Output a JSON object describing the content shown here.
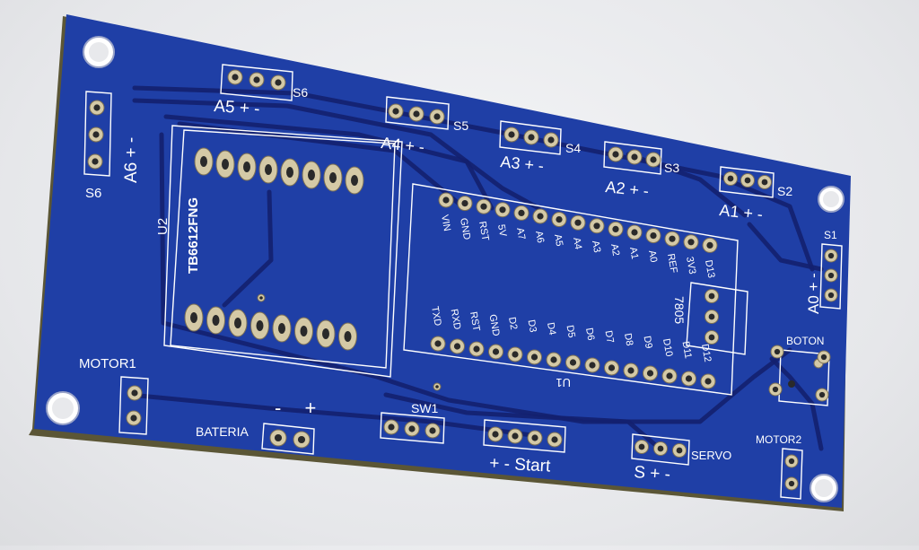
{
  "labels": {
    "s6_top": "S6",
    "a5": "A5 + -",
    "s6_left": "S6",
    "a6": "A6 + -",
    "s5": "S5",
    "a4": "A4 + -",
    "s4": "S4",
    "a3": "A3 + -",
    "s3": "S3",
    "a2": "A2 + -",
    "s2": "S2",
    "a1": "A1 + -",
    "s1": "S1",
    "a0": "A0 + -",
    "u2": "U2",
    "driver": "TB6612FNG",
    "u1": "U1",
    "reg": "7805",
    "boton": "BOTON",
    "motor1": "MOTOR1",
    "motor2": "MOTOR2",
    "bateria": "BATERIA",
    "bat_pol": "- +",
    "sw1": "SW1",
    "start": "+ - Start",
    "servo": "SERVO",
    "servo_pol": "S + -"
  },
  "pins_top": [
    "VIN",
    "GND",
    "RST",
    "5V",
    "A7",
    "A6",
    "A5",
    "A4",
    "A3",
    "A2",
    "A1",
    "A0",
    "REF",
    "3V3",
    "D13"
  ],
  "pins_bottom": [
    "TXD",
    "RXD",
    "RST",
    "GND",
    "D2",
    "D3",
    "D4",
    "D5",
    "D6",
    "D7",
    "D8",
    "D9",
    "D10",
    "D11",
    "D12"
  ],
  "colors": {
    "board": "#1f3fa6",
    "board_edge": "#5a5a3a",
    "trace": "#13206f",
    "silk": "#ffffff",
    "pad": "#d4c9a6",
    "background": "#e8e9ec"
  }
}
